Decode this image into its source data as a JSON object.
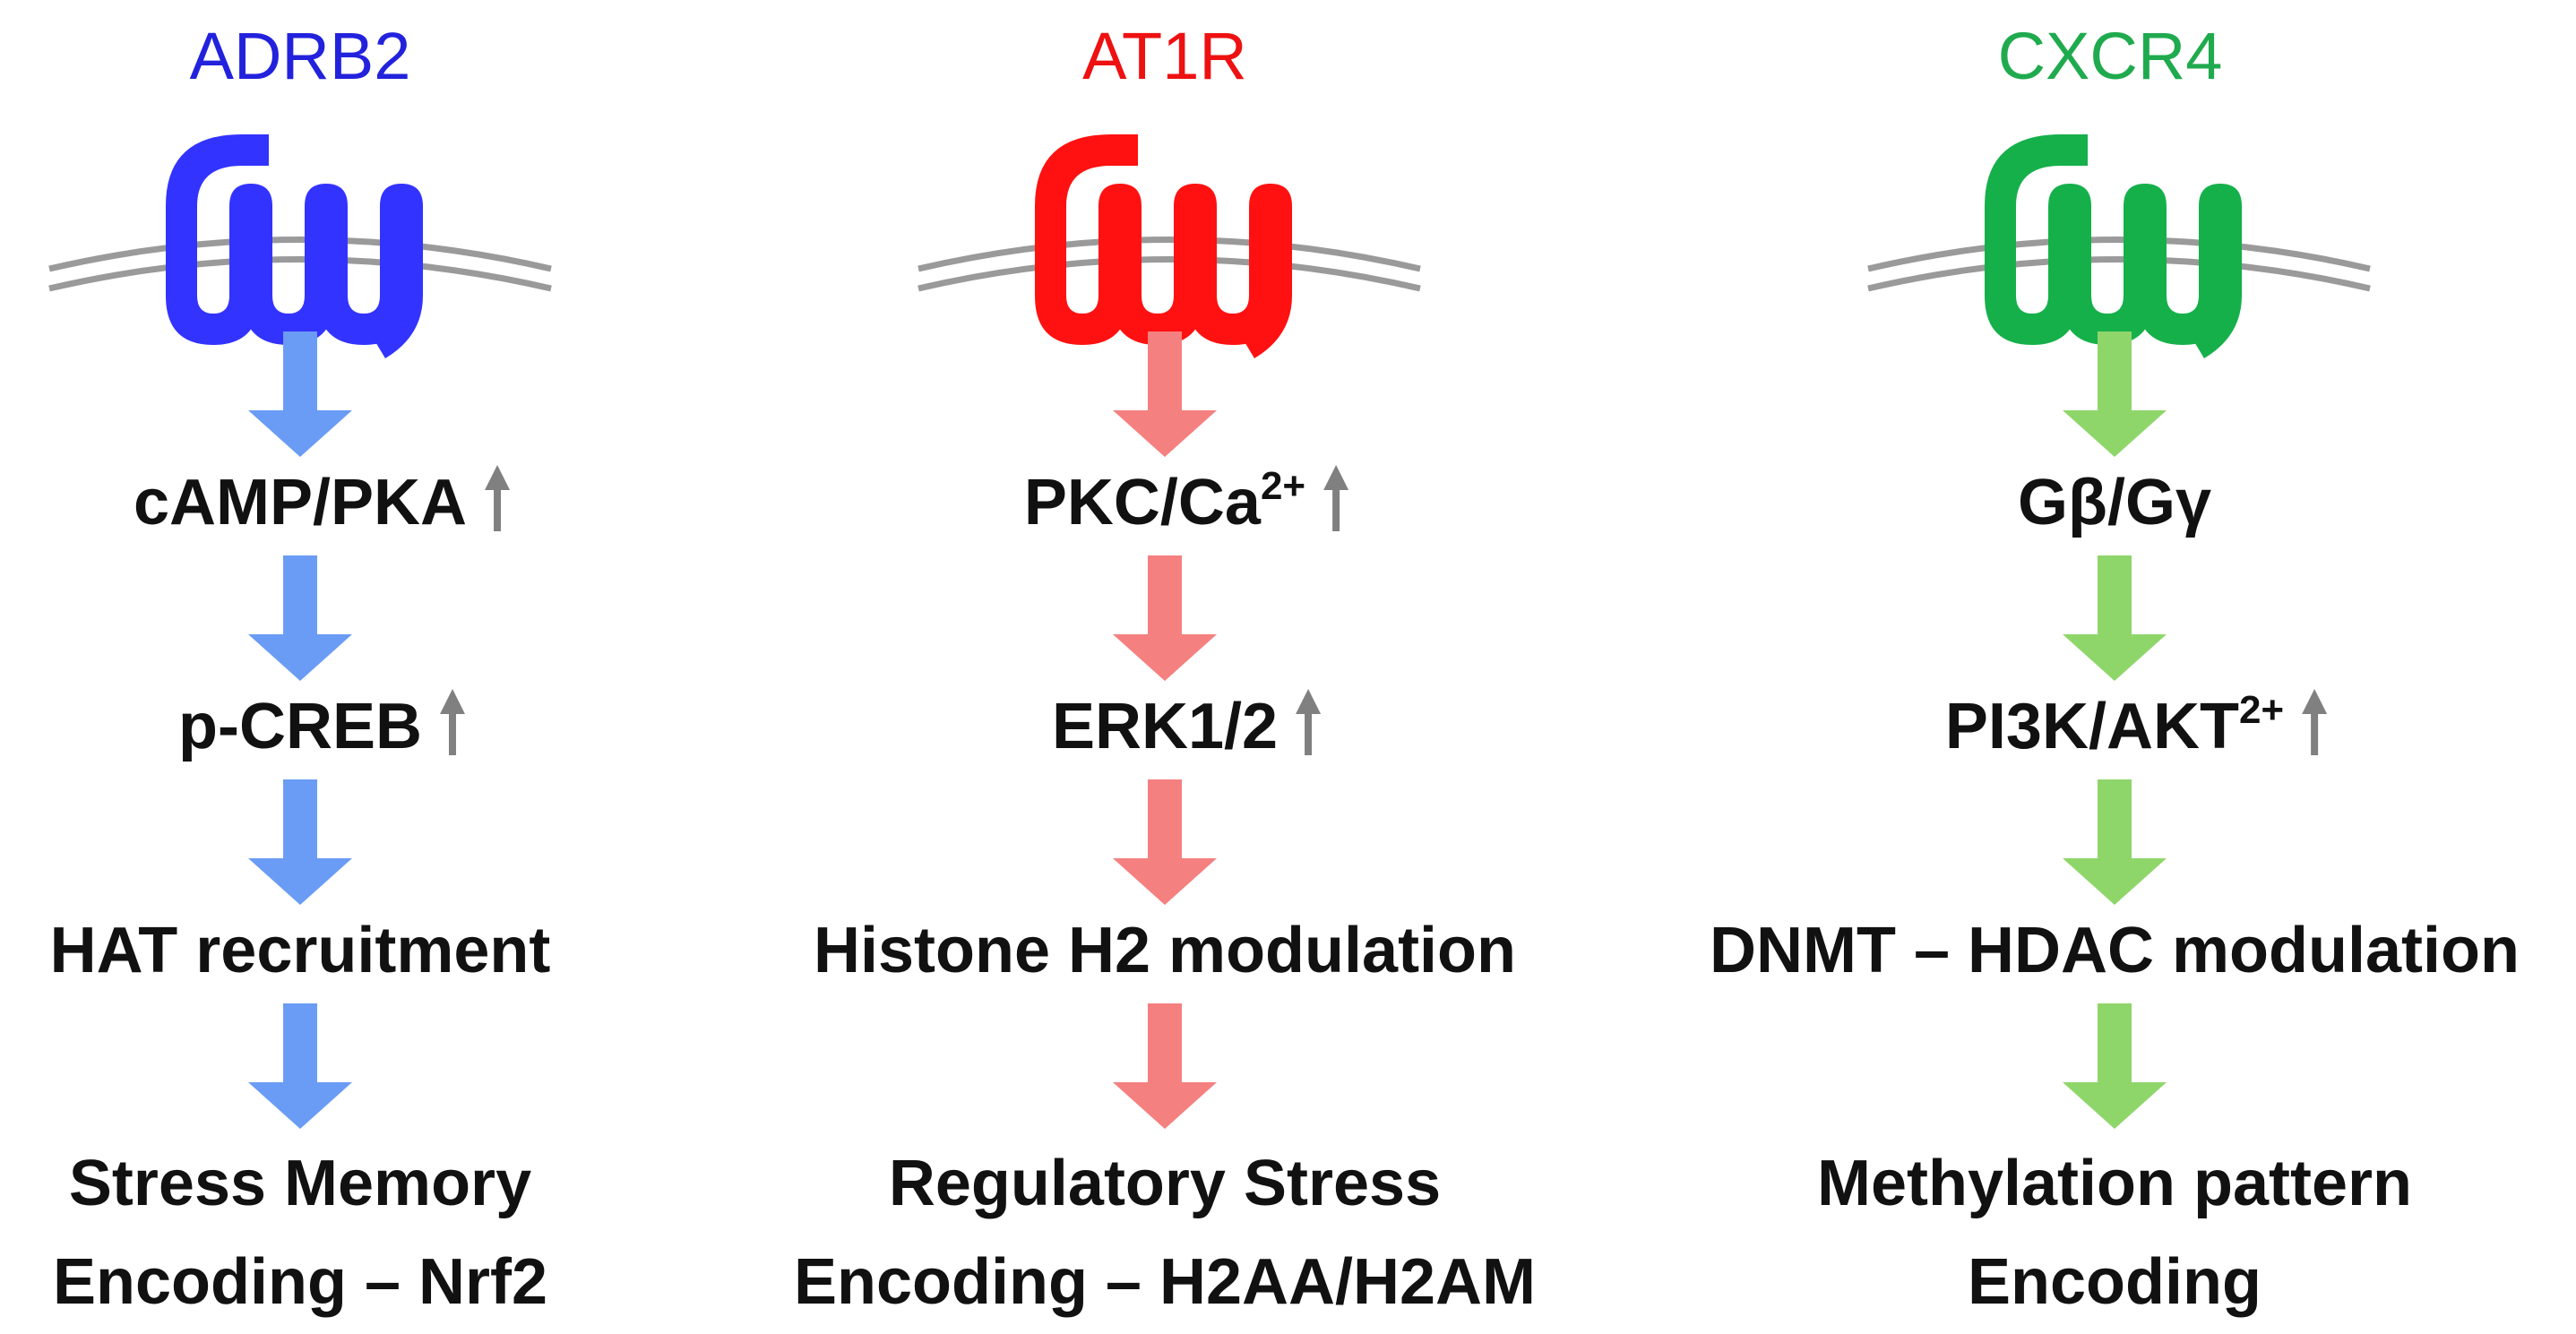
{
  "colors": {
    "membrane": "#9a9a9a",
    "up_arrow": "#808080",
    "text": "#111111"
  },
  "pathways": [
    {
      "receptor": "ADRB2",
      "title_color": "#2222dd",
      "receptor_color": "#3333ff",
      "arrow_color": "#6a9cf5",
      "nodes": [
        {
          "text": "cAMP/PKA",
          "sup": "",
          "up": true
        },
        {
          "text": "p-CREB",
          "sup": "",
          "up": true
        },
        {
          "text": "HAT recruitment",
          "sup": "",
          "up": false
        },
        {
          "lines": [
            "Stress Memory",
            "Encoding – Nrf2"
          ]
        }
      ]
    },
    {
      "receptor": "AT1R",
      "title_color": "#ee1111",
      "receptor_color": "#ff1111",
      "arrow_color": "#f58080",
      "nodes": [
        {
          "text": "PKC/Ca",
          "sup": "2+",
          "up": true
        },
        {
          "text": "ERK1/2",
          "sup": "",
          "up": true
        },
        {
          "text": "Histone H2 modulation",
          "sup": "",
          "up": false
        },
        {
          "lines": [
            "Regulatory Stress",
            "Encoding – H2AA/H2AM"
          ]
        }
      ]
    },
    {
      "receptor": "CXCR4",
      "title_color": "#1faa4e",
      "receptor_color": "#15b04a",
      "arrow_color": "#8fd66a",
      "nodes": [
        {
          "text": "Gβ/Gγ",
          "sup": "",
          "up": false
        },
        {
          "text": "PI3K/AKT",
          "sup": "2+",
          "up": true
        },
        {
          "text": "DNMT – HDAC modulation",
          "sup": "",
          "up": false
        },
        {
          "lines": [
            "Methylation pattern",
            "Encoding"
          ]
        }
      ]
    }
  ]
}
